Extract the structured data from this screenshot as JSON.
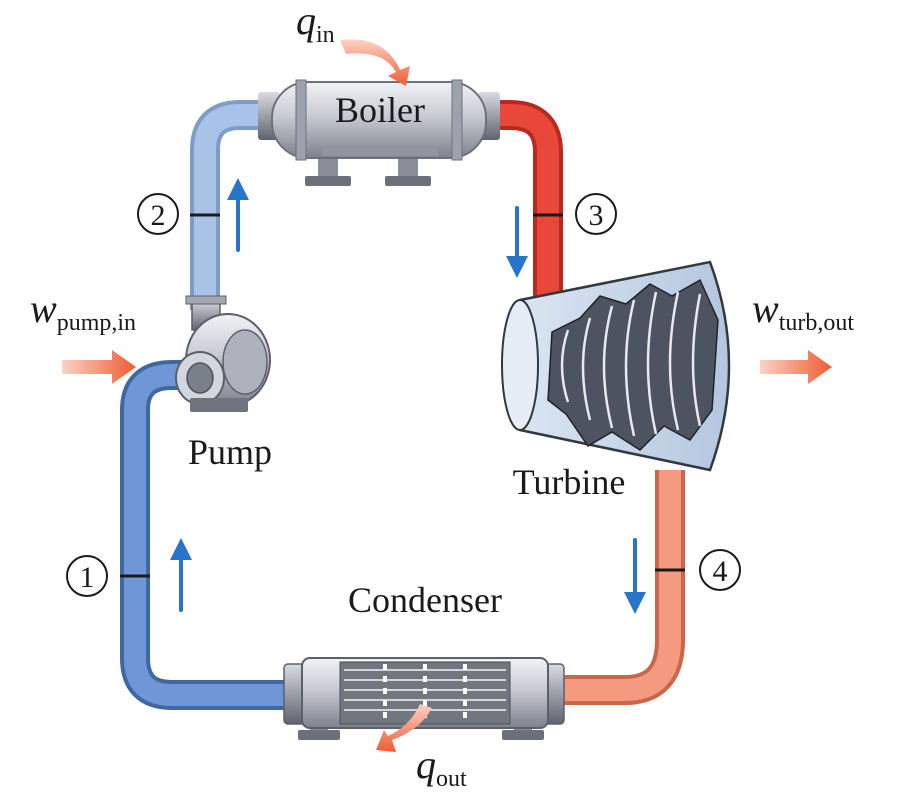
{
  "components": {
    "boiler": "Boiler",
    "pump": "Pump",
    "turbine": "Turbine",
    "condenser": "Condenser"
  },
  "heat_work": {
    "q_in": {
      "symbol": "q",
      "subscript": "in"
    },
    "q_out": {
      "symbol": "q",
      "subscript": "out"
    },
    "w_pump_in": {
      "symbol": "w",
      "subscript": "pump,in"
    },
    "w_turb_out": {
      "symbol": "w",
      "subscript": "turb,out"
    }
  },
  "states": [
    "1",
    "2",
    "3",
    "4"
  ],
  "colors": {
    "cold_pipe": "#5b84cc",
    "cool_pipe": "#9ab8e2",
    "hot_pipe": "#e03b2b",
    "warm_pipe": "#ee8468",
    "flow_arrow": "#2874c8",
    "energy_arrow": "#ef6a44",
    "turbine_body": "#c9d7ea"
  }
}
